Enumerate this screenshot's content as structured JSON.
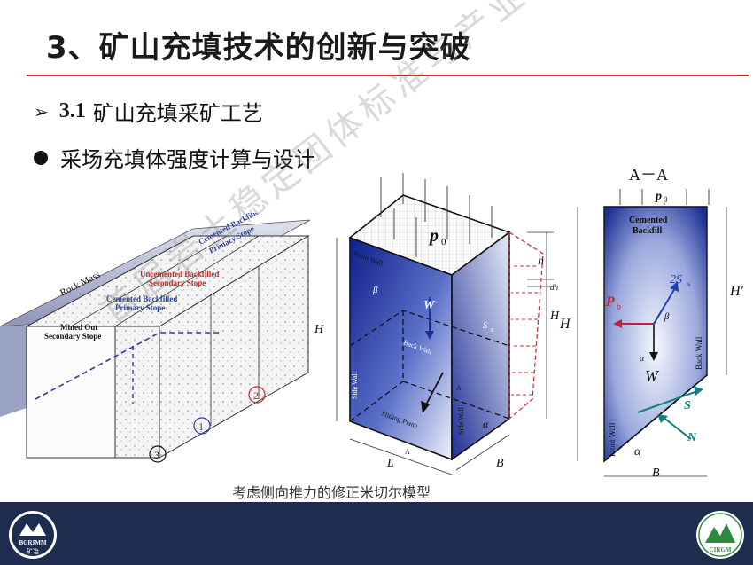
{
  "header": {
    "title": "3、矿山充填技术的创新与突破"
  },
  "bullets": {
    "b1_num": "3.1",
    "b1_text": "矿山充填采矿工艺",
    "b2_text": "采场充填体强度计算与设计"
  },
  "caption": "考虑侧向推力的修正米切尔模型",
  "watermark": "首届岩土稳定团体标准与产业发展论坛",
  "left_diagram": {
    "rock_mass": "Rock Mass",
    "stope1_a": "Cemented Backfilled",
    "stope1_b": "Primary Stope",
    "stope2_a": "Uncemented Backfilled",
    "stope2_b": "Secondary Stope",
    "stope3_a": "Cemented Backfilled",
    "stope3_b": "Primary Stope",
    "stope4_a": "Mined Out",
    "stope4_b": "Secondary Stope",
    "circle1": "1",
    "circle2": "2",
    "circle3": "3"
  },
  "mid_diagram": {
    "p0": "p",
    "p0_sub": "0",
    "front_wall": "Front Wall",
    "back_wall": "Back Wall",
    "side_wall_l": "Side Wall",
    "side_wall_r": "Side Wall",
    "sliding_plane": "Sliding Plane",
    "h": "h",
    "dh": "dh",
    "H_right": "H",
    "H_left": "H",
    "W": "W",
    "Ss": "S",
    "Ss_sub": "s",
    "alpha": "α",
    "beta": "β",
    "L": "L",
    "B": "B",
    "A1": "A",
    "A2": "A"
  },
  "right_diagram": {
    "aa": "A－A",
    "p0": "p",
    "p0_sub": "0",
    "cemented": "Cemented",
    "backfill": "Backfill",
    "H": "H",
    "Hprime": "H′",
    "two_Ss": "2S",
    "two_Ss_sub": "s",
    "Pb": "P",
    "Pb_sub": "b",
    "beta": "β",
    "alpha": "α",
    "alpha2": "α",
    "W": "W",
    "back_wall": "Back Wall",
    "front_wall": "Front Wall",
    "S": "S",
    "N": "N",
    "B": "B"
  },
  "logos": {
    "left_a": "BGRIMM",
    "left_b": "矿冶",
    "right": "CIRGM"
  },
  "colors": {
    "accent_red": "#c0262c",
    "footer": "#1e2c4f",
    "backfill_blue": "#2b3f9c"
  }
}
